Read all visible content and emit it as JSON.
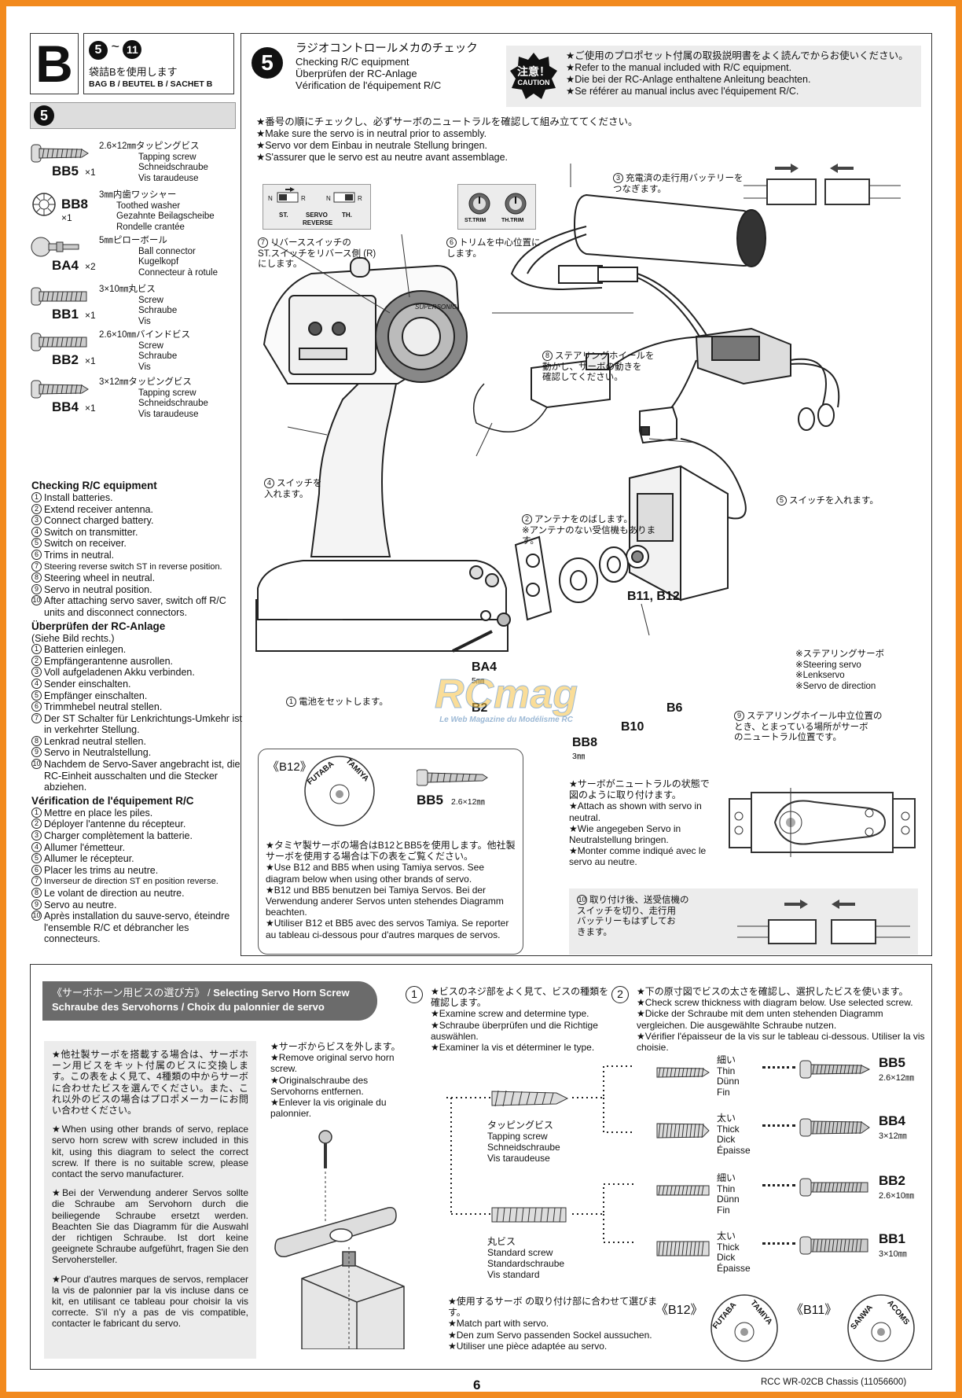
{
  "header": {
    "section_letter": "B",
    "step_range_start": "5",
    "step_range_sep": "~",
    "step_range_end": "11",
    "bag_jp": "袋詰Bを使用します",
    "bag_label": "BAG B / BEUTEL B / SACHET B",
    "step_number": "5",
    "title_jp": "ラジオコントロールメカのチェック",
    "title_en": "Checking R/C equipment",
    "title_de": "Überprüfen der RC-Anlage",
    "title_fr": "Vérification de l'équipement R/C"
  },
  "caution": {
    "badge_jp": "注意！",
    "badge_en": "CAUTION",
    "lines": [
      "★ご使用のプロポセット付属の取扱説明書をよく読んでからお使いください。",
      "★Refer to the manual included with R/C equipment.",
      "★Die bei der RC-Anlage enthaltene Anleitung beachten.",
      "★Se référer au manual inclus avec l'équipement R/C."
    ]
  },
  "parts": [
    {
      "name": "BB5",
      "qty": "×1",
      "desc": [
        "2.6×12㎜タッピングビス",
        "Tapping screw",
        "Schneidschraube",
        "Vis taraudeuse"
      ]
    },
    {
      "name": "BB8",
      "qty": "×1",
      "desc": [
        "3㎜内歯ワッシャー",
        "Toothed washer",
        "Gezahnte Beilagscheibe",
        "Rondelle crantée"
      ]
    },
    {
      "name": "BA4",
      "qty": "×2",
      "desc": [
        "5㎜ピローボール",
        "Ball connector",
        "Kugelkopf",
        "Connecteur à rotule"
      ]
    },
    {
      "name": "BB1",
      "qty": "×1",
      "desc": [
        "3×10㎜丸ビス",
        "Screw",
        "Schraube",
        "Vis"
      ]
    },
    {
      "name": "BB2",
      "qty": "×1",
      "desc": [
        "2.6×10㎜バインドビス",
        "Screw",
        "Schraube",
        "Vis"
      ]
    },
    {
      "name": "BB4",
      "qty": "×1",
      "desc": [
        "3×12㎜タッピングビス",
        "Tapping screw",
        "Schneidschraube",
        "Vis taraudeuse"
      ]
    }
  ],
  "checklists": [
    {
      "heading": "Checking R/C equipment",
      "items": [
        "Install batteries.",
        "Extend receiver antenna.",
        "Connect charged battery.",
        "Switch on transmitter.",
        "Switch on receiver.",
        "Trims in neutral.",
        "Steering reverse switch ST in reverse position.",
        "Steering wheel in neutral.",
        "Servo in neutral position.",
        "After attaching servo saver, switch off R/C units and disconnect connectors."
      ]
    },
    {
      "heading": "Überprüfen der RC-Anlage",
      "subheading": "(Siehe Bild rechts.)",
      "items": [
        "Batterien einlegen.",
        "Empfängerantenne ausrollen.",
        "Voll aufgeladenen Akku verbinden.",
        "Sender einschalten.",
        "Empfänger einschalten.",
        "Trimmhebel neutral stellen.",
        "Der ST Schalter für Lenkrichtungs-Umkehr ist in verkehrter Stellung.",
        "Lenkrad neutral stellen.",
        "Servo in Neutralstellung.",
        "Nachdem de Servo-Saver angebracht ist, die RC-Einheit ausschalten und die Stecker abziehen."
      ]
    },
    {
      "heading": "Vérification de l'équipement R/C",
      "items": [
        "Mettre en place les piles.",
        "Déployer l'antenne du récepteur.",
        "Charger complètement la batterie.",
        "Allumer l'émetteur.",
        "Allumer le récepteur.",
        "Placer les trims au neutre.",
        "Inverseur de direction ST en position reverse.",
        "Le volant de direction au neutre.",
        "Servo au neutre.",
        "Après installation du sauve-servo, éteindre l'ensemble R/C et débrancher les connecteurs."
      ]
    }
  ],
  "neutral_note": [
    "★番号の順にチェックし、必ずサーボのニュートラルを確認して組み立ててください。",
    "★Make sure the servo is in neutral prior to assembly.",
    "★Servo vor dem Einbau in neutrale Stellung bringen.",
    "★S'assurer que le servo est au neutre avant assemblage."
  ],
  "switch_panel": {
    "st": "ST.",
    "servo": "SERVO",
    "th": "TH.",
    "reverse": "REVERSE",
    "n": "N",
    "r": "R"
  },
  "trim_labels": [
    "ST.TRIM",
    "TH.TRIM"
  ],
  "callouts": {
    "c1": "電池をセットします。",
    "c2": "アンテナをのばします。\n※アンテナのない受信機もあります。",
    "c3": "充電済の走行用バッテリーを\nつなぎます。",
    "c4": "スイッチを\n入れます。",
    "c5": "スイッチを入れます。",
    "c6": "トリムを中心位置に\nします。",
    "c7": "リバーススイッチの\nST.スイッチをリバース側 (R)\nにします。",
    "c8": "ステアリングホイールを\n動かし、サーボの動きを\n確認してください。",
    "c9": "ステアリングホイール中立位置の\nとき、とまっている場所がサーボ\nのニュートラル位置です。",
    "c10": "取り付け後、送受信機の\nスイッチを切り、走行用\nバッテリーもはずしてお\nきます。"
  },
  "servo_label": [
    "※ステアリングサーボ",
    "※Steering servo",
    "※Lenkservo",
    "※Servo de direction"
  ],
  "part_labels": {
    "b11_b12": "B11, B12",
    "ba4": "BA4",
    "ba4_size": "5㎜",
    "b2": "B2",
    "b6": "B6",
    "b10": "B10",
    "bb8": "BB8",
    "bb8_size": "3㎜"
  },
  "transmitter_brand": "SUPERSONIC",
  "b12_box": {
    "title": "《B12》",
    "horn_text": [
      "FUTABA",
      "TAMIYA"
    ],
    "screw_name": "BB5",
    "screw_size": "2.6×12㎜",
    "note": [
      "★タミヤ製サーボの場合はB12とBB5を使用します。他社製サーボを使用する場合は下の表をご覧ください。",
      "★Use B12 and BB5 when using Tamiya servos. See diagram below when using other brands of servo.",
      "★B12 und BB5 benutzen bei Tamiya Servos. Bei der Verwendung anderer Servos unten stehendes Diagramm beachten.",
      "★Utiliser B12 et BB5 avec des servos Tamiya. Se reporter au tableau ci-dessous pour d'autres marques de servos."
    ]
  },
  "horn_neutral_note": [
    "★サーボがニュートラルの状態で図のように取り付けます。",
    "★Attach as shown with servo in neutral.",
    "★Wie angegeben Servo in Neutralstellung bringen.",
    "★Monter comme indiqué avec le servo au neutre."
  ],
  "watermark": {
    "brand": "RCmag",
    "tagline": "Le Web Magazine du Modélisme RC"
  },
  "selection": {
    "title_jp": "《サーボホーン用ビスの選び方》",
    "title_en": "Selecting Servo Horn Screw",
    "title_de": "Schraube des Servohorns",
    "title_fr": "Choix du palonnier de servo",
    "intro": [
      "★他社製サーボを搭載する場合は、サーボホーン用ビスをキット付属のビスに交換します。この表をよく見て、4種類の中からサーボに合わせたビスを選んでください。また、これ以外のビスの場合はプロポメーカーにお問い合わせください。",
      "★When using other brands of servo, replace servo horn screw with screw included in this kit, using this diagram to select the correct screw. If there is no suitable screw, please contact the servo manufacturer.",
      "★Bei der Verwendung anderer Servos sollte die Schraube am Servohorn durch die beiliegende Schraube ersetzt werden. Beachten Sie das Diagramm für die Auswahl der richtigen Schraube. Ist dort keine geeignete Schraube aufgeführt, fragen Sie den Servohersteller.",
      "★Pour d'autres marques de servos, remplacer la vis de palonnier par la vis incluse dans ce kit, en utilisant ce tableau pour choisir la vis correcte. S'il n'y a pas de vis compatible, contacter le fabricant du servo."
    ],
    "remove": [
      "★サーボからビスを外します。",
      "★Remove original servo horn screw.",
      "★Originalschraube des Servohorns entfernen.",
      "★Enlever la vis originale du palonnier."
    ],
    "step1": [
      "★ビスのネジ部をよく見て、ビスの種類を確認します。",
      "★Examine screw and determine type.",
      "★Schraube überprüfen und die Richtige auswählen.",
      "★Examiner la vis et déterminer le type."
    ],
    "step2": [
      "★下の原寸図でビスの太さを確認し、選択したビスを使います。",
      "★Check screw thickness with diagram below. Use selected screw.",
      "★Dicke der Schraube mit dem unten stehenden Diagramm vergleichen. Die ausgewählte Schraube nutzen.",
      "★Vérifier l'épaisseur de la vis sur le tableau ci-dessous. Utiliser la vis choisie."
    ],
    "tapping": [
      "タッピングビス",
      "Tapping screw",
      "Schneidschraube",
      "Vis taraudeuse"
    ],
    "standard": [
      "丸ビス",
      "Standard screw",
      "Standardschraube",
      "Vis standard"
    ],
    "thin": [
      "細い",
      "Thin",
      "Dünn",
      "Fin"
    ],
    "thick": [
      "太い",
      "Thick",
      "Dick",
      "Épaisse"
    ],
    "results": [
      {
        "name": "BB5",
        "size": "2.6×12㎜"
      },
      {
        "name": "BB4",
        "size": "3×12㎜"
      },
      {
        "name": "BB2",
        "size": "2.6×10㎜"
      },
      {
        "name": "BB1",
        "size": "3×10㎜"
      }
    ],
    "match": [
      "★使用するサーボ の取り付け部に合わせて選びます。",
      "★Match part with servo.",
      "★Den zum Servo passenden Sockel aussuchen.",
      "★Utiliser une pièce adaptée au servo."
    ],
    "b12": {
      "label": "《B12》",
      "text": [
        "FUTABA",
        "TAMIYA"
      ]
    },
    "b11": {
      "label": "《B11》",
      "text": [
        "SANWA",
        "ACOMS"
      ]
    }
  },
  "footer": {
    "page": "6",
    "model": "RCC WR-02CB Chassis",
    "code": "(11056600)"
  }
}
